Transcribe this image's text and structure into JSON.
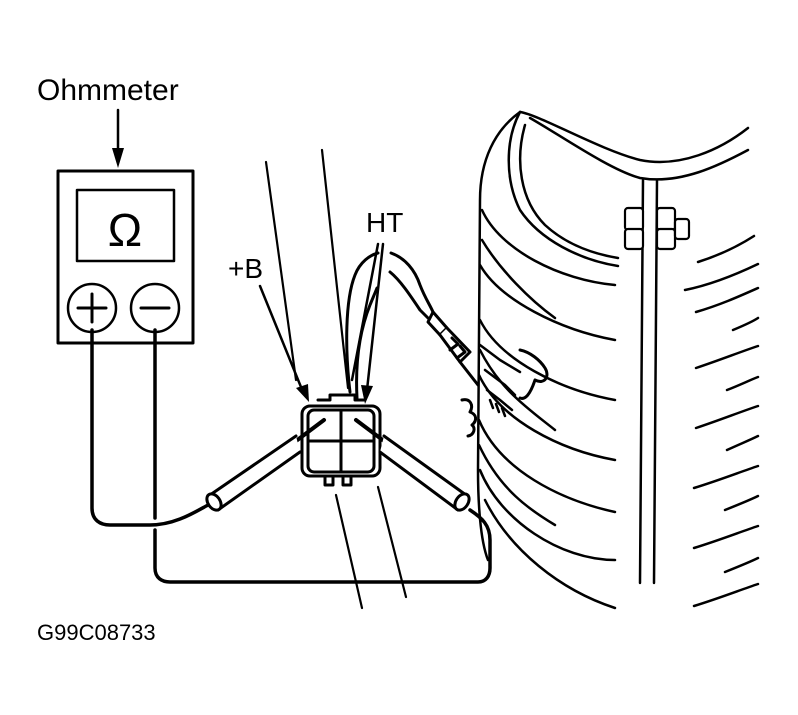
{
  "diagram": {
    "title": "Oxygen sensor heater resistance check",
    "labels": {
      "meter": "Ohmmeter",
      "meter_symbol": "Ω",
      "positive_terminal": "+",
      "negative_terminal": "−",
      "terminal_b": "+B",
      "terminal_ht": "HT",
      "figure_id": "G99C08733"
    },
    "colors": {
      "ink": "#000000",
      "paper": "#ffffff"
    }
  }
}
